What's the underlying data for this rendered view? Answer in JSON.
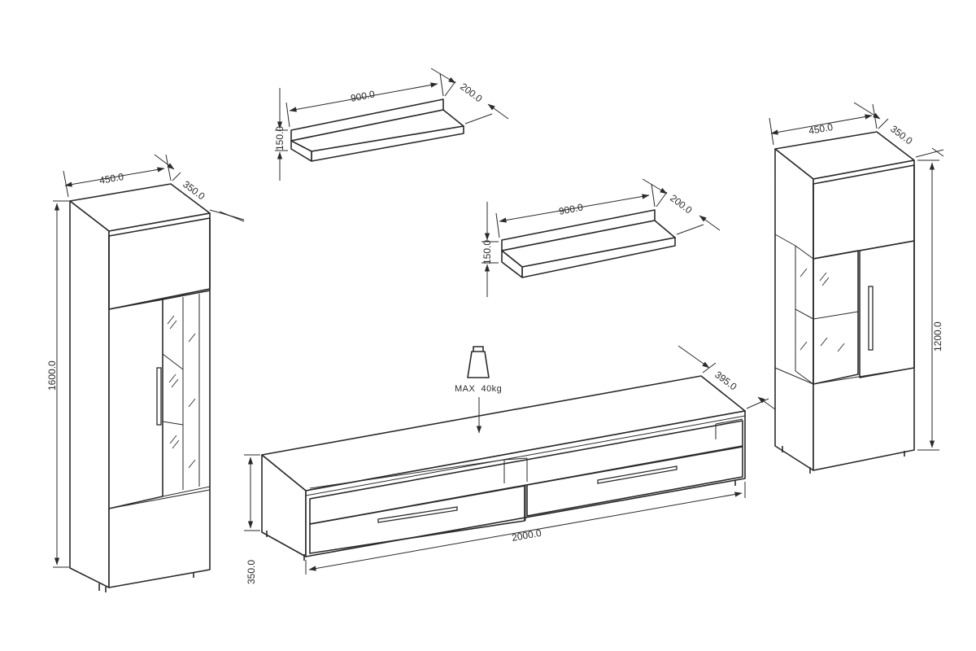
{
  "left_cabinet": {
    "width_label": "450.0",
    "depth_label": "350.0",
    "height_label": "1600.0"
  },
  "upper_shelf": {
    "width_label": "900.0",
    "depth_label": "200.0",
    "height_label": "150.0"
  },
  "lower_shelf": {
    "width_label": "900.0",
    "depth_label": "200.0",
    "height_label": "150.0"
  },
  "tv_stand": {
    "width_label": "2000.0",
    "depth_label": "395.0",
    "height_label": "350.0",
    "max_load_label": "MAX  40kg"
  },
  "right_cabinet": {
    "width_label": "450.0",
    "depth_label": "350.0",
    "height_label": "1200.0"
  }
}
